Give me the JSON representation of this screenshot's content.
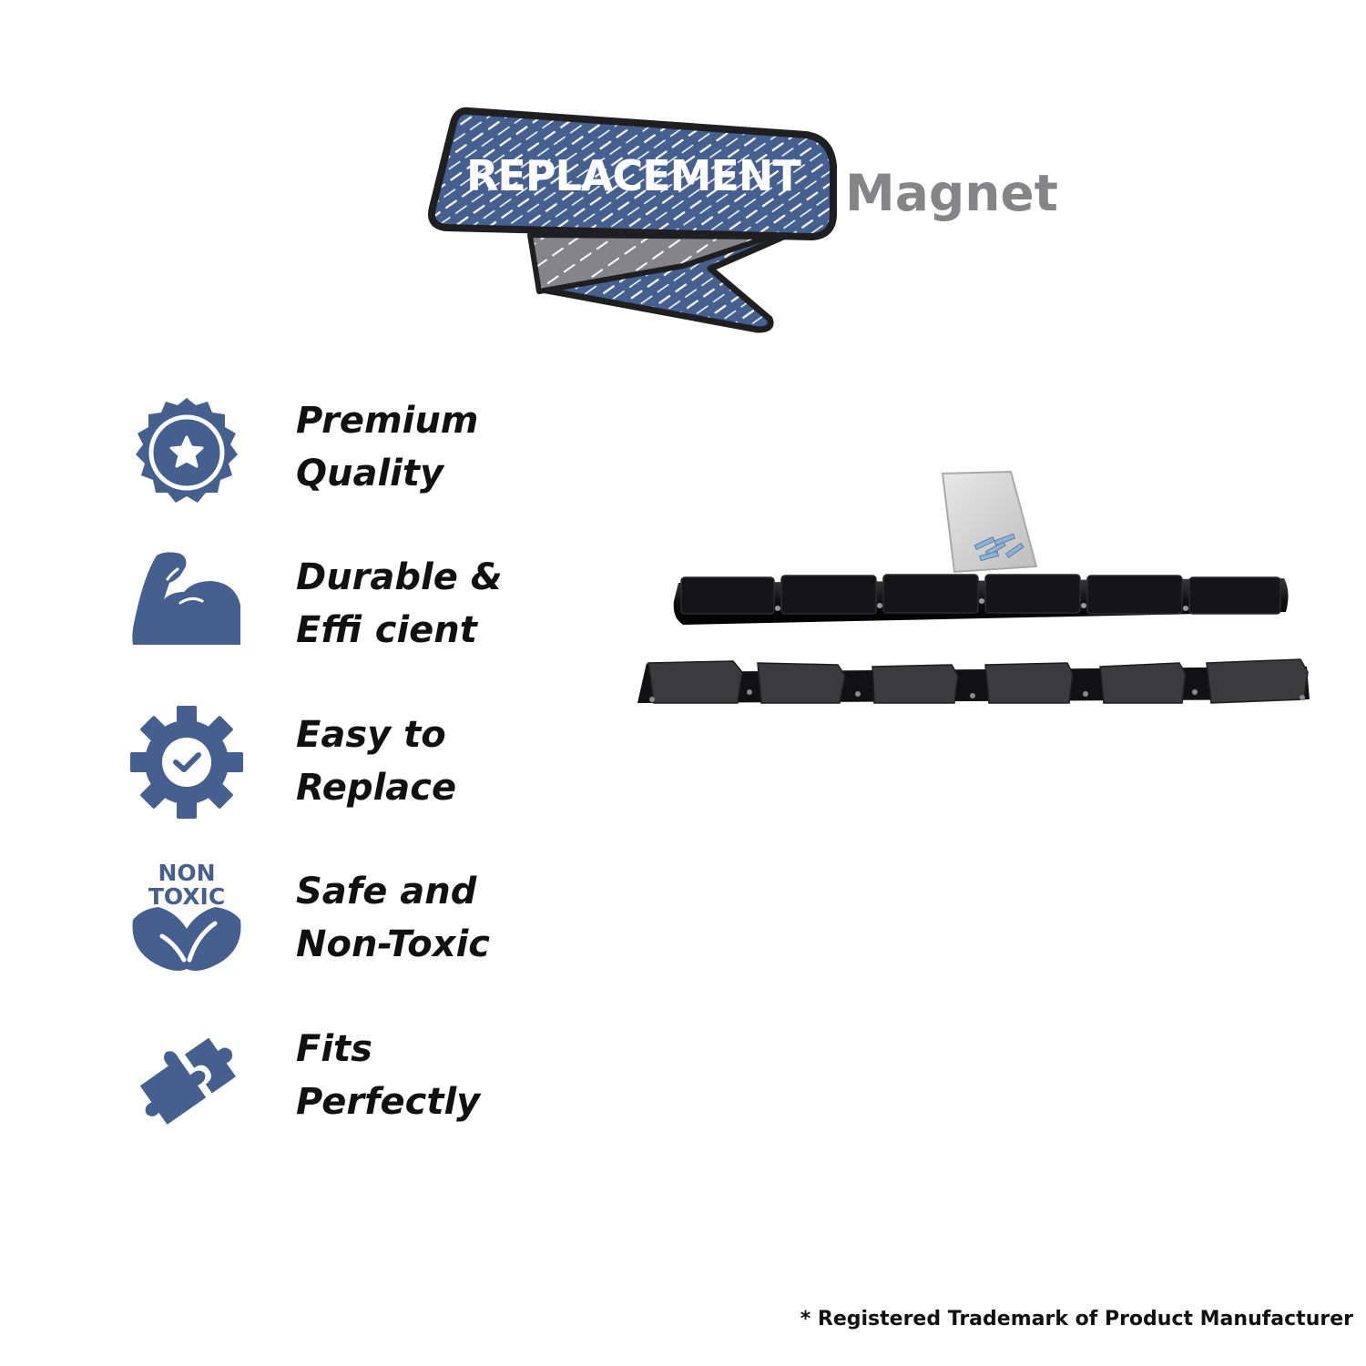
{
  "banner": {
    "label": "REPLACEMENT"
  },
  "subtitle": "Magnet",
  "features": [
    {
      "icon": "star-badge-icon",
      "line1": "Premium",
      "line2": "Quality"
    },
    {
      "icon": "flexed-arm-icon",
      "line1": "Durable &",
      "line2": "Effi cient"
    },
    {
      "icon": "gear-check-icon",
      "line1": "Easy to",
      "line2": "Replace"
    },
    {
      "icon": "non-toxic-leaf-icon",
      "icon_text_1": "NON",
      "icon_text_2": "TOXIC",
      "line1": "Safe and",
      "line2": "Non-Toxic"
    },
    {
      "icon": "puzzle-pieces-icon",
      "line1": "Fits",
      "line2": "Perfectly"
    }
  ],
  "footnote": "* Registered Trademark of Product Manufacturer",
  "colors": {
    "brand_blue": "#45608f",
    "grey": "#858587",
    "text": "#111111"
  }
}
